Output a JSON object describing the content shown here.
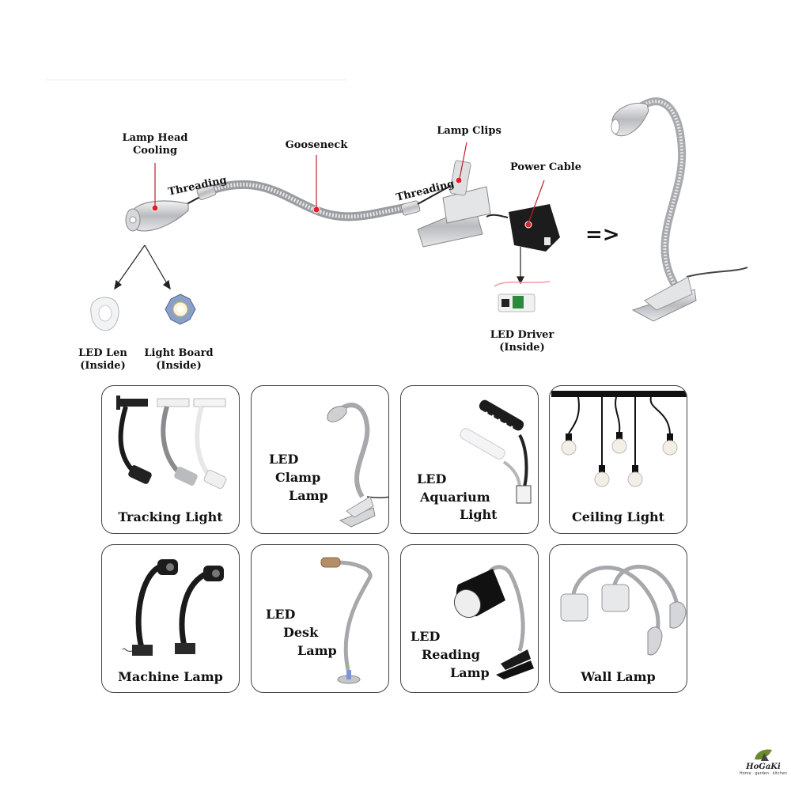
{
  "diagram": {
    "labels": {
      "lamp_head_cooling_1": "Lamp Head",
      "lamp_head_cooling_2": "Cooling",
      "threading_left": "Threading",
      "gooseneck": "Gooseneck",
      "threading_right": "Threading",
      "lamp_clips": "Lamp Clips",
      "power_cable": "Power Cable",
      "led_len_1": "LED Len",
      "led_len_2": "(Inside)",
      "light_board_1": "Light Board",
      "light_board_2": "(Inside)",
      "led_driver_1": "LED Driver",
      "led_driver_2": "(Inside)",
      "arrow": "=>"
    },
    "colors": {
      "marker": "#e0202a",
      "metal": "#c8cacd",
      "dark": "#1a1a1a"
    }
  },
  "cards": [
    {
      "id": "tracking",
      "lines": [
        "Tracking Light"
      ]
    },
    {
      "id": "clamp",
      "lines": [
        "LED",
        "Clamp",
        "Lamp"
      ]
    },
    {
      "id": "aquarium",
      "lines": [
        "LED",
        "Aquarium",
        "Light"
      ]
    },
    {
      "id": "ceiling",
      "lines": [
        "Ceiling Light"
      ]
    },
    {
      "id": "machine",
      "lines": [
        "Machine Lamp"
      ]
    },
    {
      "id": "desk",
      "lines": [
        "LED",
        "Desk",
        "Lamp"
      ]
    },
    {
      "id": "reading",
      "lines": [
        "LED",
        "Reading",
        "Lamp"
      ]
    },
    {
      "id": "wall",
      "lines": [
        "Wall Lamp"
      ]
    }
  ],
  "logo": {
    "name": "HoGaKi",
    "tagline": "Home · garden · kitchen"
  }
}
